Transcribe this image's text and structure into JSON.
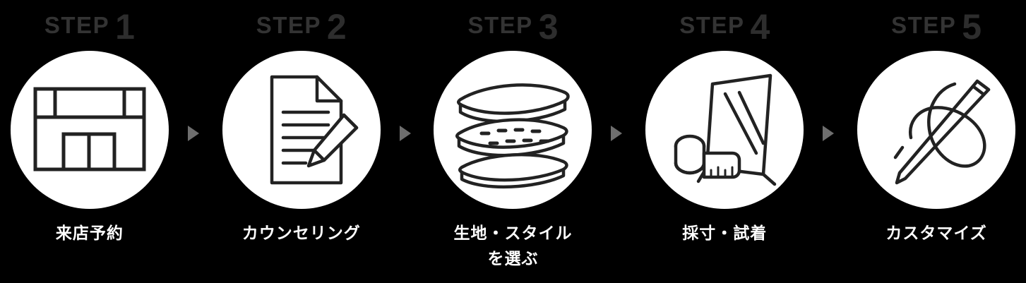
{
  "diagram": {
    "type": "step-flow",
    "background_color": "#000000",
    "circle_color": "#ffffff",
    "caption_color": "#ffffff",
    "step_label_color": "#333333",
    "arrow_color": "#6e6e6e",
    "step_word": "STEP",
    "steps": [
      {
        "number": "1",
        "caption": "来店予約",
        "icon": "storefront-icon"
      },
      {
        "number": "2",
        "caption": "カウンセリング",
        "icon": "document-pencil-icon"
      },
      {
        "number": "3",
        "caption": "生地・スタイル\nを選ぶ",
        "icon": "fabric-stack-icon"
      },
      {
        "number": "4",
        "caption": "採寸・試着",
        "icon": "tape-measure-mirror-icon"
      },
      {
        "number": "5",
        "caption": "カスタマイズ",
        "icon": "needle-thread-icon"
      }
    ],
    "arrows": [
      "arrow-right-icon",
      "arrow-right-icon",
      "arrow-right-icon",
      "arrow-right-icon"
    ]
  }
}
